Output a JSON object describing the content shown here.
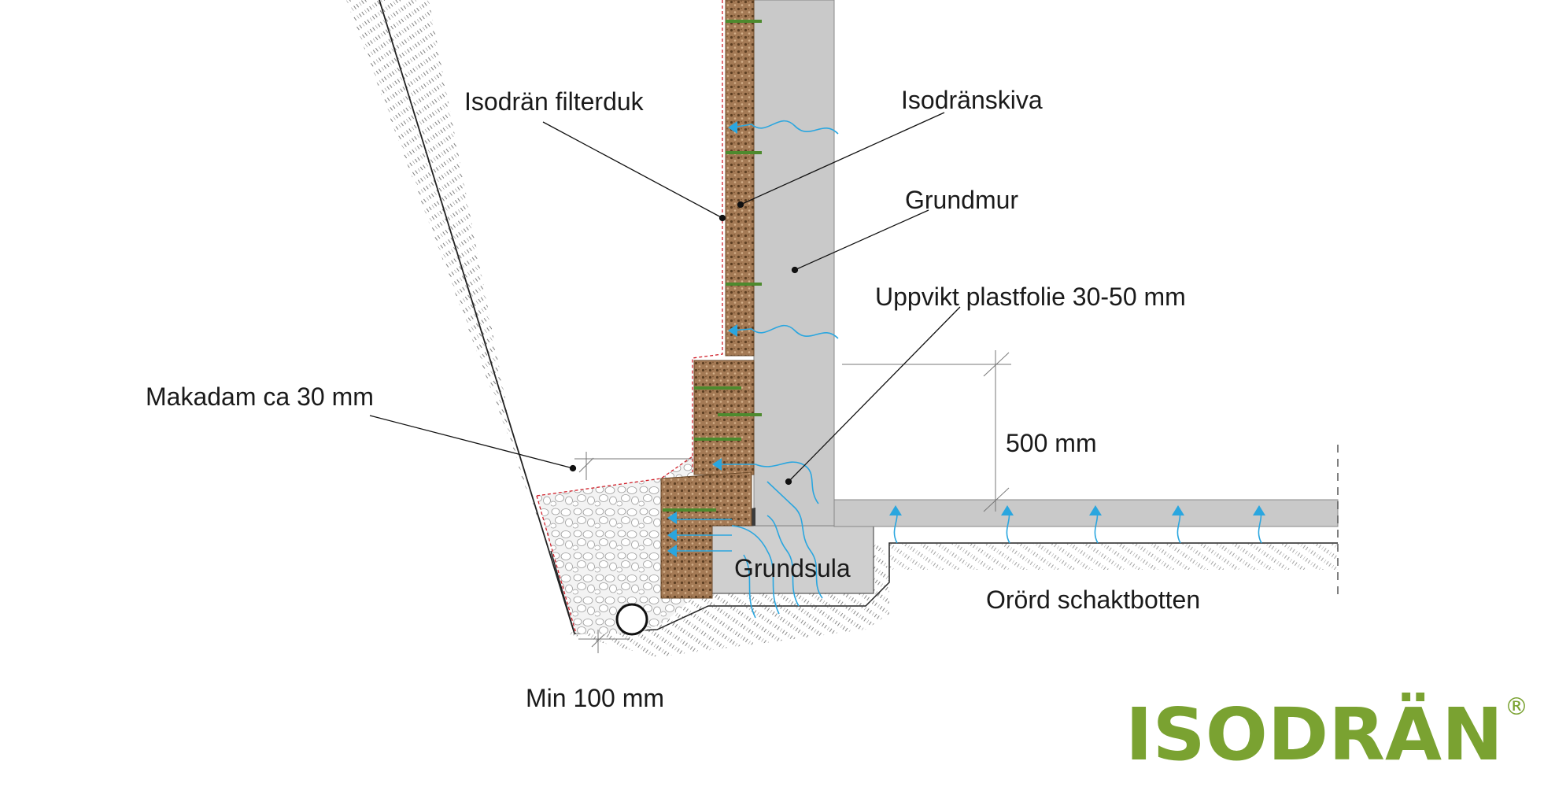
{
  "labels": {
    "filterduk": "Isodrän filterduk",
    "isodranskiva": "Isodränskiva",
    "grundmur": "Grundmur",
    "plastfolie": "Uppvikt plastfolie 30-50 mm",
    "makadam": "Makadam ca 30 mm",
    "height": "500 mm",
    "grundsula": "Grundsula",
    "schaktbotten": "Orörd schaktbotten",
    "min": "Min 100 mm"
  },
  "logo": {
    "text": "ISODRÄN",
    "registered": "®"
  },
  "colors": {
    "concrete": "#c9c9c9",
    "board": "#a47a55",
    "fastener": "#4d8a2e",
    "water": "#2aa6df",
    "filter": "#d0202a",
    "logo": "#7aa231"
  }
}
